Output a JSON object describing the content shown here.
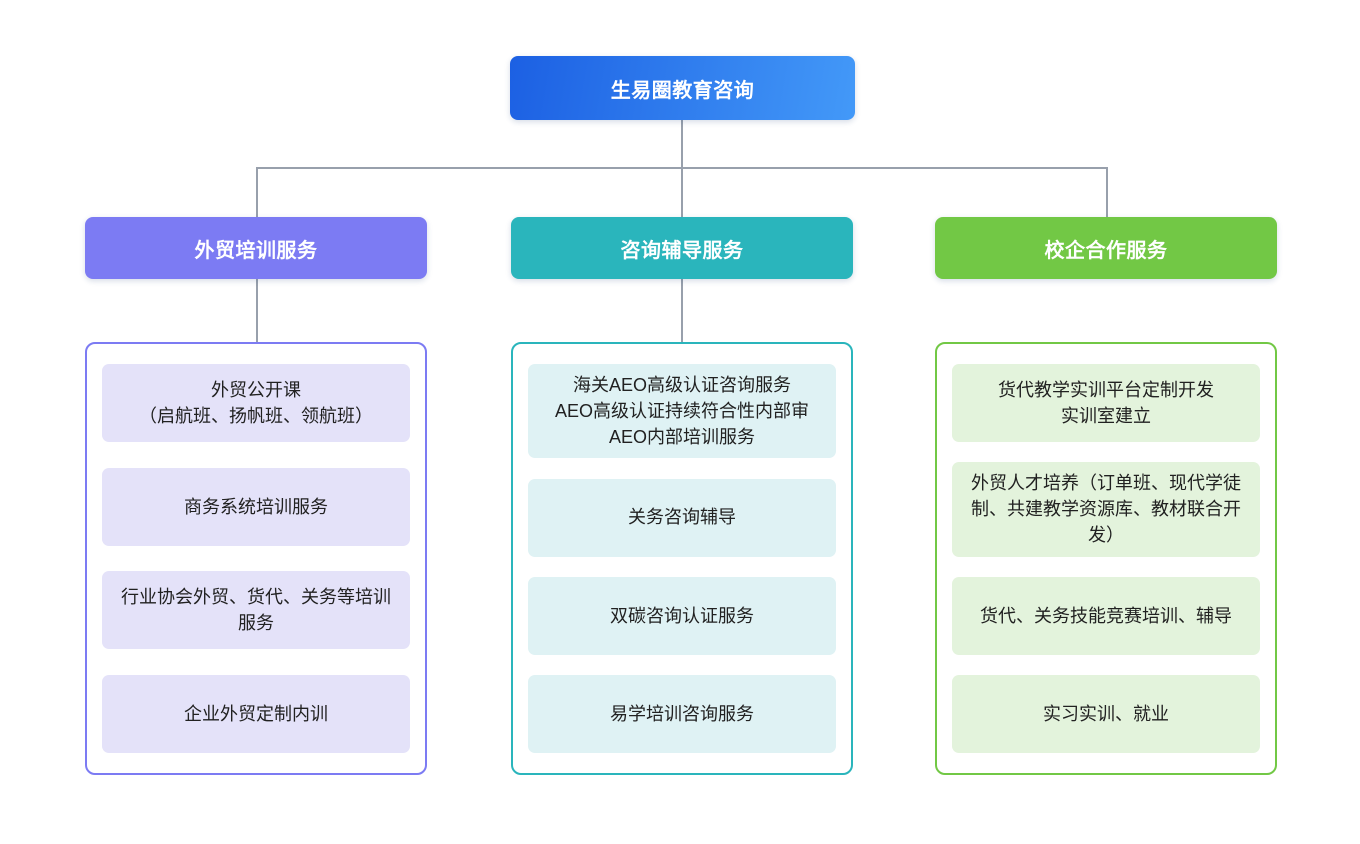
{
  "title": "生易圈教育咨询",
  "root": {
    "label": "生易圈教育咨询",
    "gradient_start": "#1C60E3",
    "gradient_end": "#4399F8"
  },
  "connector_color": "#98A0AC",
  "branches": [
    {
      "label": "外贸培训服务",
      "accent_color": "#7C7BF3",
      "item_bg": "#E4E2F9",
      "items": [
        "外贸公开课\n（启航班、扬帆班、领航班）",
        "商务系统培训服务",
        "行业协会外贸、货代、关务等培训服务",
        "企业外贸定制内训"
      ]
    },
    {
      "label": "咨询辅导服务",
      "accent_color": "#2AB5BC",
      "item_bg": "#DFF2F4",
      "items": [
        "海关AEO高级认证咨询服务\nAEO高级认证持续符合性内部审\nAEO内部培训服务",
        "关务咨询辅导",
        "双碳咨询认证服务",
        "易学培训咨询服务"
      ]
    },
    {
      "label": "校企合作服务",
      "accent_color": "#72C845",
      "item_bg": "#E3F3DC",
      "items": [
        "货代教学实训平台定制开发\n实训室建立",
        "外贸人才培养（订单班、现代学徒制、共建教学资源库、教材联合开发）",
        "货代、关务技能竞赛培训、辅导",
        "实习实训、就业"
      ]
    }
  ]
}
